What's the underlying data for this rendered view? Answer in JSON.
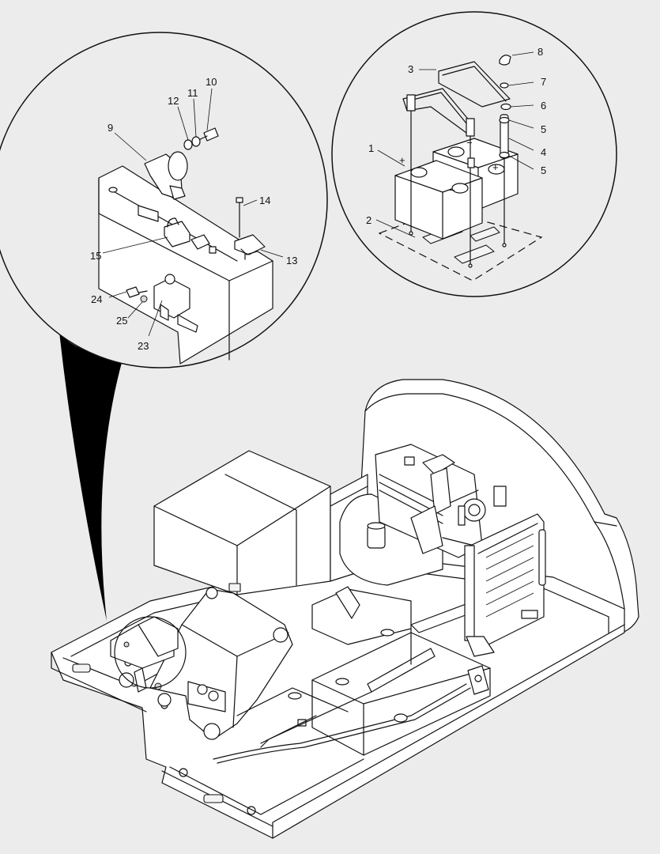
{
  "callouts": {
    "battery_detail": [
      {
        "id": "c1",
        "text": "1"
      },
      {
        "id": "c2",
        "text": "2"
      },
      {
        "id": "c3",
        "text": "3"
      },
      {
        "id": "c4",
        "text": "4"
      },
      {
        "id": "c5a",
        "text": "5"
      },
      {
        "id": "c5b",
        "text": "5"
      },
      {
        "id": "c6",
        "text": "6"
      },
      {
        "id": "c7",
        "text": "7"
      },
      {
        "id": "c8",
        "text": "8"
      }
    ],
    "relay_detail": [
      {
        "id": "c9",
        "text": "9"
      },
      {
        "id": "c10",
        "text": "10"
      },
      {
        "id": "c11",
        "text": "11"
      },
      {
        "id": "c12",
        "text": "12"
      },
      {
        "id": "c13",
        "text": "13"
      },
      {
        "id": "c14",
        "text": "14"
      },
      {
        "id": "c15",
        "text": "15"
      },
      {
        "id": "c23",
        "text": "23"
      },
      {
        "id": "c24",
        "text": "24"
      },
      {
        "id": "c25",
        "text": "25"
      }
    ]
  },
  "terminal_marks": {
    "positive": "+",
    "negative": "−"
  },
  "colors": {
    "background": "#ececec",
    "line": "#111111",
    "part_fill": "#ffffff",
    "leader_fill": "#000000"
  }
}
